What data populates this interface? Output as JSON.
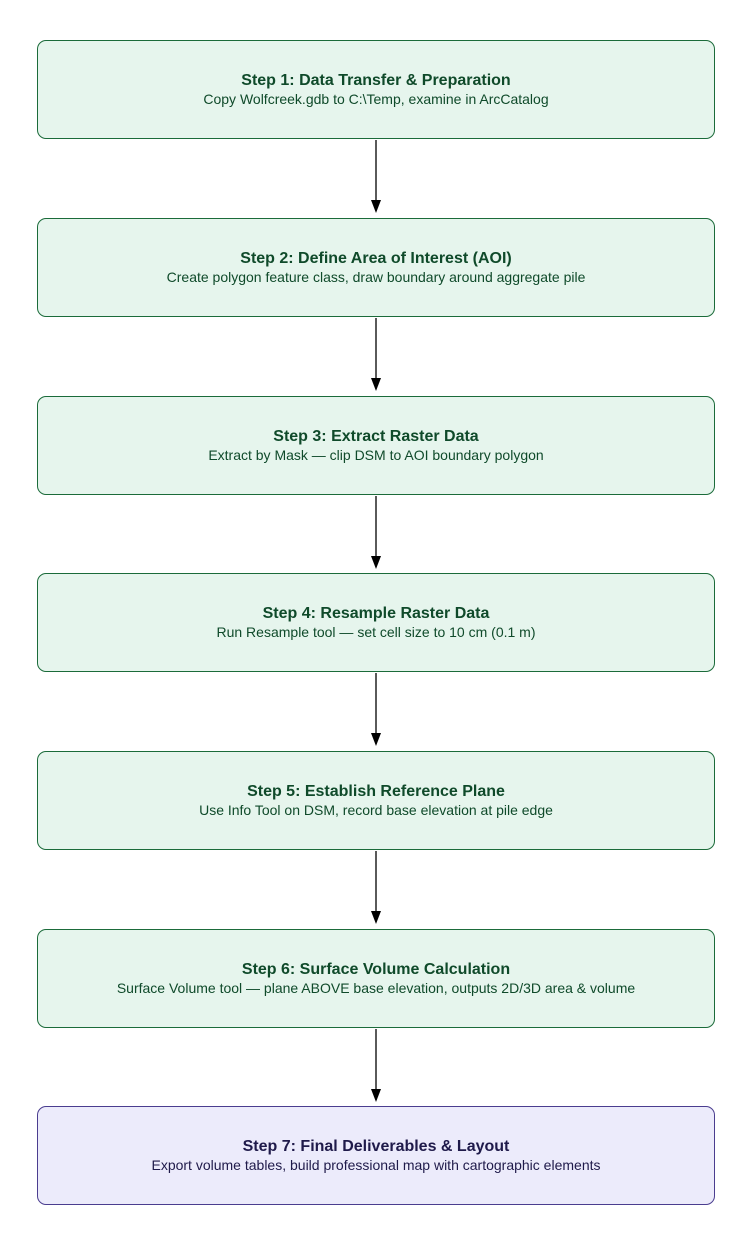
{
  "steps": [
    {
      "title": "Step 1: Data Transfer & Preparation",
      "description": "Copy Wolfcreek.gdb to C:\\Temp, examine in ArcCatalog"
    },
    {
      "title": "Step 2: Define Area of Interest (AOI)",
      "description": "Create polygon feature class, draw boundary around aggregate pile"
    },
    {
      "title": "Step 3: Extract Raster Data",
      "description": "Extract by Mask — clip DSM to AOI boundary polygon"
    },
    {
      "title": "Step 4: Resample Raster Data",
      "description": "Run Resample tool — set cell size to 10 cm (0.1 m)"
    },
    {
      "title": "Step 5: Establish Reference Plane",
      "description": "Use Info Tool on DSM, record base elevation at pile edge"
    },
    {
      "title": "Step 6: Surface Volume Calculation",
      "description": "Surface Volume tool — plane ABOVE base elevation, outputs 2D/3D area & volume"
    },
    {
      "title": "Step 7: Final Deliverables & Layout",
      "description": "Export volume tables, build professional map with cartographic elements"
    }
  ],
  "colors": {
    "step_fill": "#e6f5ed",
    "step_border": "#1b6b3a",
    "final_fill": "#ecebfb",
    "final_border": "#4a3d8f",
    "connector": "#000000"
  }
}
